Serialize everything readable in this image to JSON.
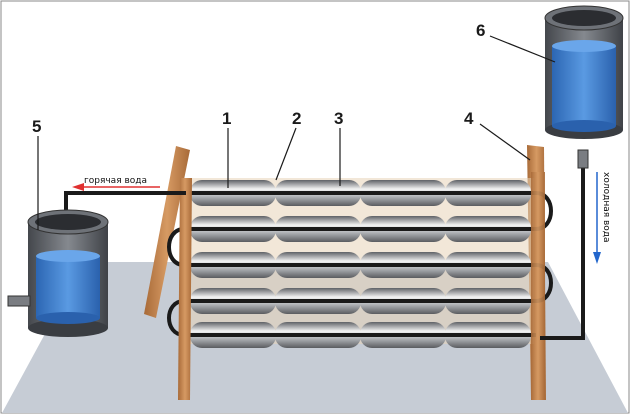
{
  "labels": {
    "n1": "1",
    "n2": "2",
    "n3": "3",
    "n4": "4",
    "n5": "5",
    "n6": "6"
  },
  "flows": {
    "hot": "горячая вода",
    "cold": "холодная вода"
  },
  "colors": {
    "ground": "#c6ccd5",
    "water": "#4a8ad6",
    "wood": "#c88a55",
    "hot_arrow": "#e03030",
    "cold_arrow": "#2266cc",
    "hose": "#1a1a1a"
  }
}
